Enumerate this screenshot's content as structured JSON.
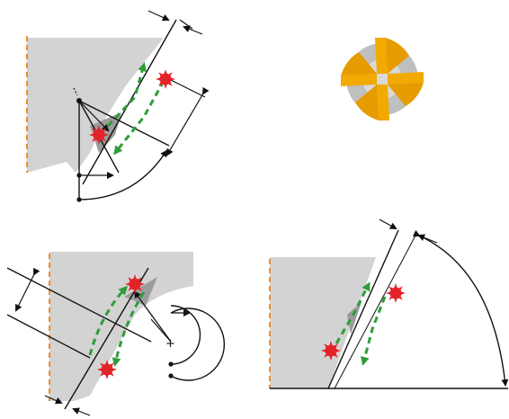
{
  "figure": {
    "description_visible_text": "",
    "panels": [
      {
        "id": "top-left",
        "kind": "cutting-geometry-radius"
      },
      {
        "id": "top-right",
        "kind": "end-mill-cross-section"
      },
      {
        "id": "bottom-left",
        "kind": "cutting-geometry-concave"
      },
      {
        "id": "bottom-right",
        "kind": "cutting-geometry-angle"
      }
    ]
  },
  "colors": {
    "workpiece": "#d3d3d3",
    "workpiece_dark": "#a9a9a9",
    "axis_orange": "#f28c28",
    "path_green": "#2e9d3a",
    "marker_red": "#e3232a",
    "tool_gold": "#f2a900",
    "tool_grey": "#bfbfbf",
    "line_black": "#111111"
  },
  "icons": {
    "contact_point": "starburst-marker-icon",
    "tool_section": "four-flute-end-mill-icon"
  }
}
